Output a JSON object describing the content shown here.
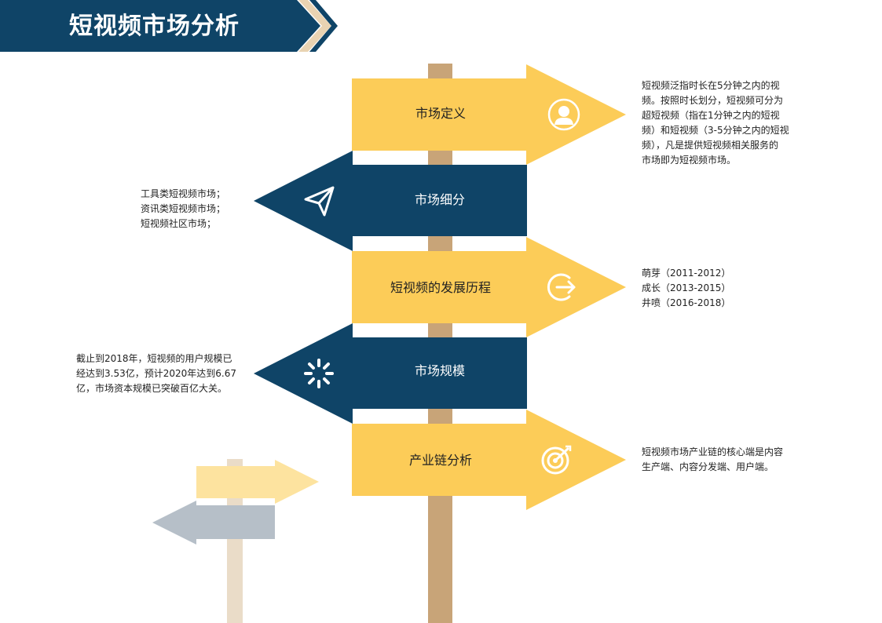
{
  "header": {
    "title": "短视频市场分析"
  },
  "colors": {
    "navy": "#0f4467",
    "yellow": "#fccc58",
    "post": "#c8a478",
    "light_yellow": "#fde39f",
    "light_gray": "#b6bfc8",
    "light_post": "#eadcc8"
  },
  "signs": [
    {
      "label": "市场定义",
      "icon": "user-icon",
      "direction": "right",
      "note_lines": [
        "短视频泛指时长在5分钟之内的视",
        "频。按照时长划分，短视频可分为",
        "超短视频（指在1分钟之内的短视",
        "频）和短视频（3-5分钟之内的短视",
        "频），凡是提供短视频相关服务的",
        "市场即为短视频市场。"
      ]
    },
    {
      "label": "市场细分",
      "icon": "paper-plane-icon",
      "direction": "left",
      "note_lines": [
        "工具类短视频市场；",
        "资讯类短视频市场；",
        "短视频社区市场；"
      ]
    },
    {
      "label": "短视频的发展历程",
      "icon": "arrow-circle-icon",
      "direction": "right",
      "note_lines": [
        "萌芽（2011-2012）",
        "成长（2013-2015）",
        "井喷（2016-2018）"
      ]
    },
    {
      "label": "市场规模",
      "icon": "loading-spinner-icon",
      "direction": "left",
      "note_lines": [
        "截止到2018年，短视频的用户规模已",
        "经达到3.53亿，预计2020年达到6.67",
        "亿，市场资本规模已突破百亿大关。"
      ]
    },
    {
      "label": "产业链分析",
      "icon": "target-icon",
      "direction": "right",
      "note_lines": [
        "短视频市场产业链的核心端是内容",
        "生产端、内容分发端、用户端。"
      ]
    }
  ]
}
